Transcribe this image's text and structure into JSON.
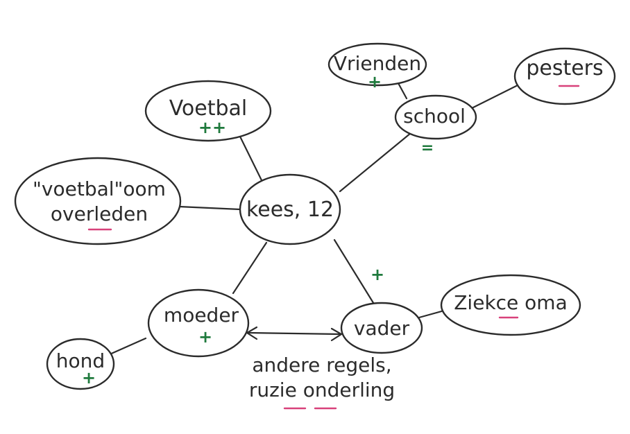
{
  "colors": {
    "ink": "#2b2b2b",
    "positive": "#1f7a3d",
    "negative": "#d8417a"
  },
  "nodes": {
    "kees": {
      "label": "kees, 12"
    },
    "voetbal": {
      "label": "Voetbal",
      "mark": "++"
    },
    "oom": {
      "line1": "\"voetbal\"oom",
      "line2": "overleden"
    },
    "vrienden": {
      "label": "Vrienden",
      "mark": "+"
    },
    "school": {
      "label": "school",
      "mark": "="
    },
    "pesters": {
      "label": "pesters"
    },
    "moeder": {
      "label": "moeder",
      "mark": "+"
    },
    "vader": {
      "label": "vader"
    },
    "oma": {
      "label": "Ziekce oma"
    },
    "hond": {
      "label": "hond",
      "mark": "+"
    }
  },
  "edge_marks": {
    "kees_vader": "+"
  },
  "note": {
    "line1": "andere regels,",
    "line2": "ruzie onderling"
  }
}
